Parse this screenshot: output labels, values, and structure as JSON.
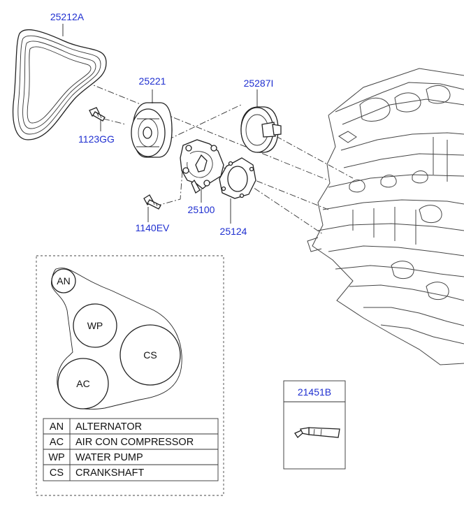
{
  "callouts": {
    "belt": "25212A",
    "idler_pulley": "25221",
    "bolt_small": "1123GG",
    "tensioner": "25287I",
    "water_pump": "25100",
    "gasket": "25124",
    "bolt_long": "1140EV",
    "sealant": "21451B"
  },
  "routing": {
    "pulleys": {
      "an": "AN",
      "wp": "WP",
      "cs": "CS",
      "ac": "AC"
    },
    "legend": [
      {
        "code": "AN",
        "name": "ALTERNATOR"
      },
      {
        "code": "AC",
        "name": "AIR CON COMPRESSOR"
      },
      {
        "code": "WP",
        "name": "WATER PUMP"
      },
      {
        "code": "CS",
        "name": "CRANKSHAFT"
      }
    ]
  },
  "colors": {
    "callout": "#1f2fd0",
    "line": "#222222"
  }
}
